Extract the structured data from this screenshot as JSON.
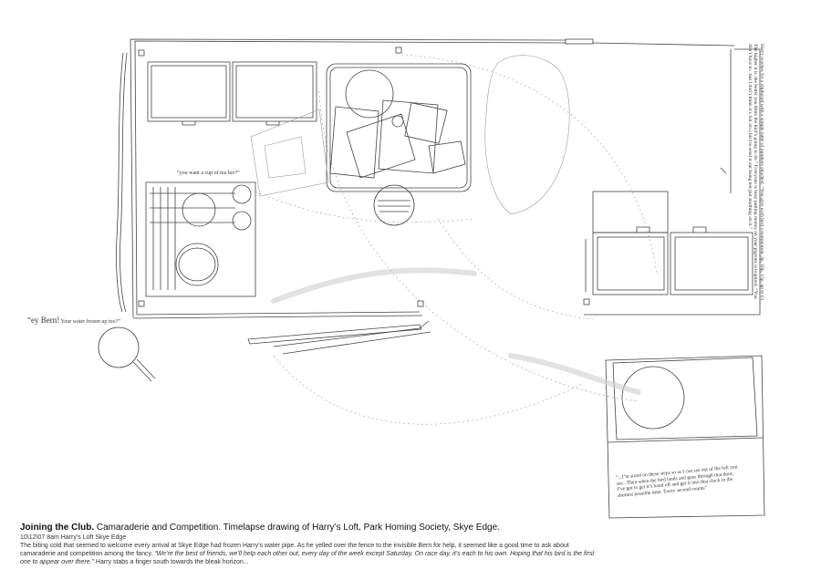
{
  "caption": {
    "title_bold": "Joining the Club.",
    "title_rest": " Camaraderie and Competition. Timelapse drawing of Harry’s Loft, Park Homing Society, Skye Edge.",
    "subtitle": "10\\12\\07 8am Harry’s Loft Skye Edge",
    "body_plain": "The biting cold that seemed to welcome every arrival at Skye Edge had frozen Harry’s water pipe. As he yelled over the fence to the invisible Bern for help, it seemed like a good time to ask about camaraderie and competition among the fancy. ",
    "body_quote": "“We’re the best of friends, we’ll help each other out, every day of the week except Saturday. On race day, it’s each to his own. Hoping that his bird is the first one to appear over there.”",
    "body_end": " Harry stabs a finger south towards the bleak horizon..."
  },
  "notes": {
    "bern_big": "“ey Bern!",
    "bern_small": " Your water frozen up too?”",
    "tea": "“you want a cup of tea luv?”",
    "steps": "“...I’m stood on these steps so as I can see out of the loft you see...Then when the bird lands and goes through that door, I’ve got to get it’s band off and get it into that clock in the shortest possible time. Every second counts”",
    "side": "Harry reaches for a clipboard with a simple table of numbers attached. “You give each bird a nomination, 4p, 10p, 15p, up to £1. The higher it is, the better you think the bird’s going to do.” Everyone is busy putting money on your pigeons is required. “You don’t have to...but I don’t think it’s fair on a bird to send it out being not put anything on it.”"
  },
  "colors": {
    "line": "#444444",
    "faint": "#9a9a9a",
    "background": "#ffffff"
  }
}
